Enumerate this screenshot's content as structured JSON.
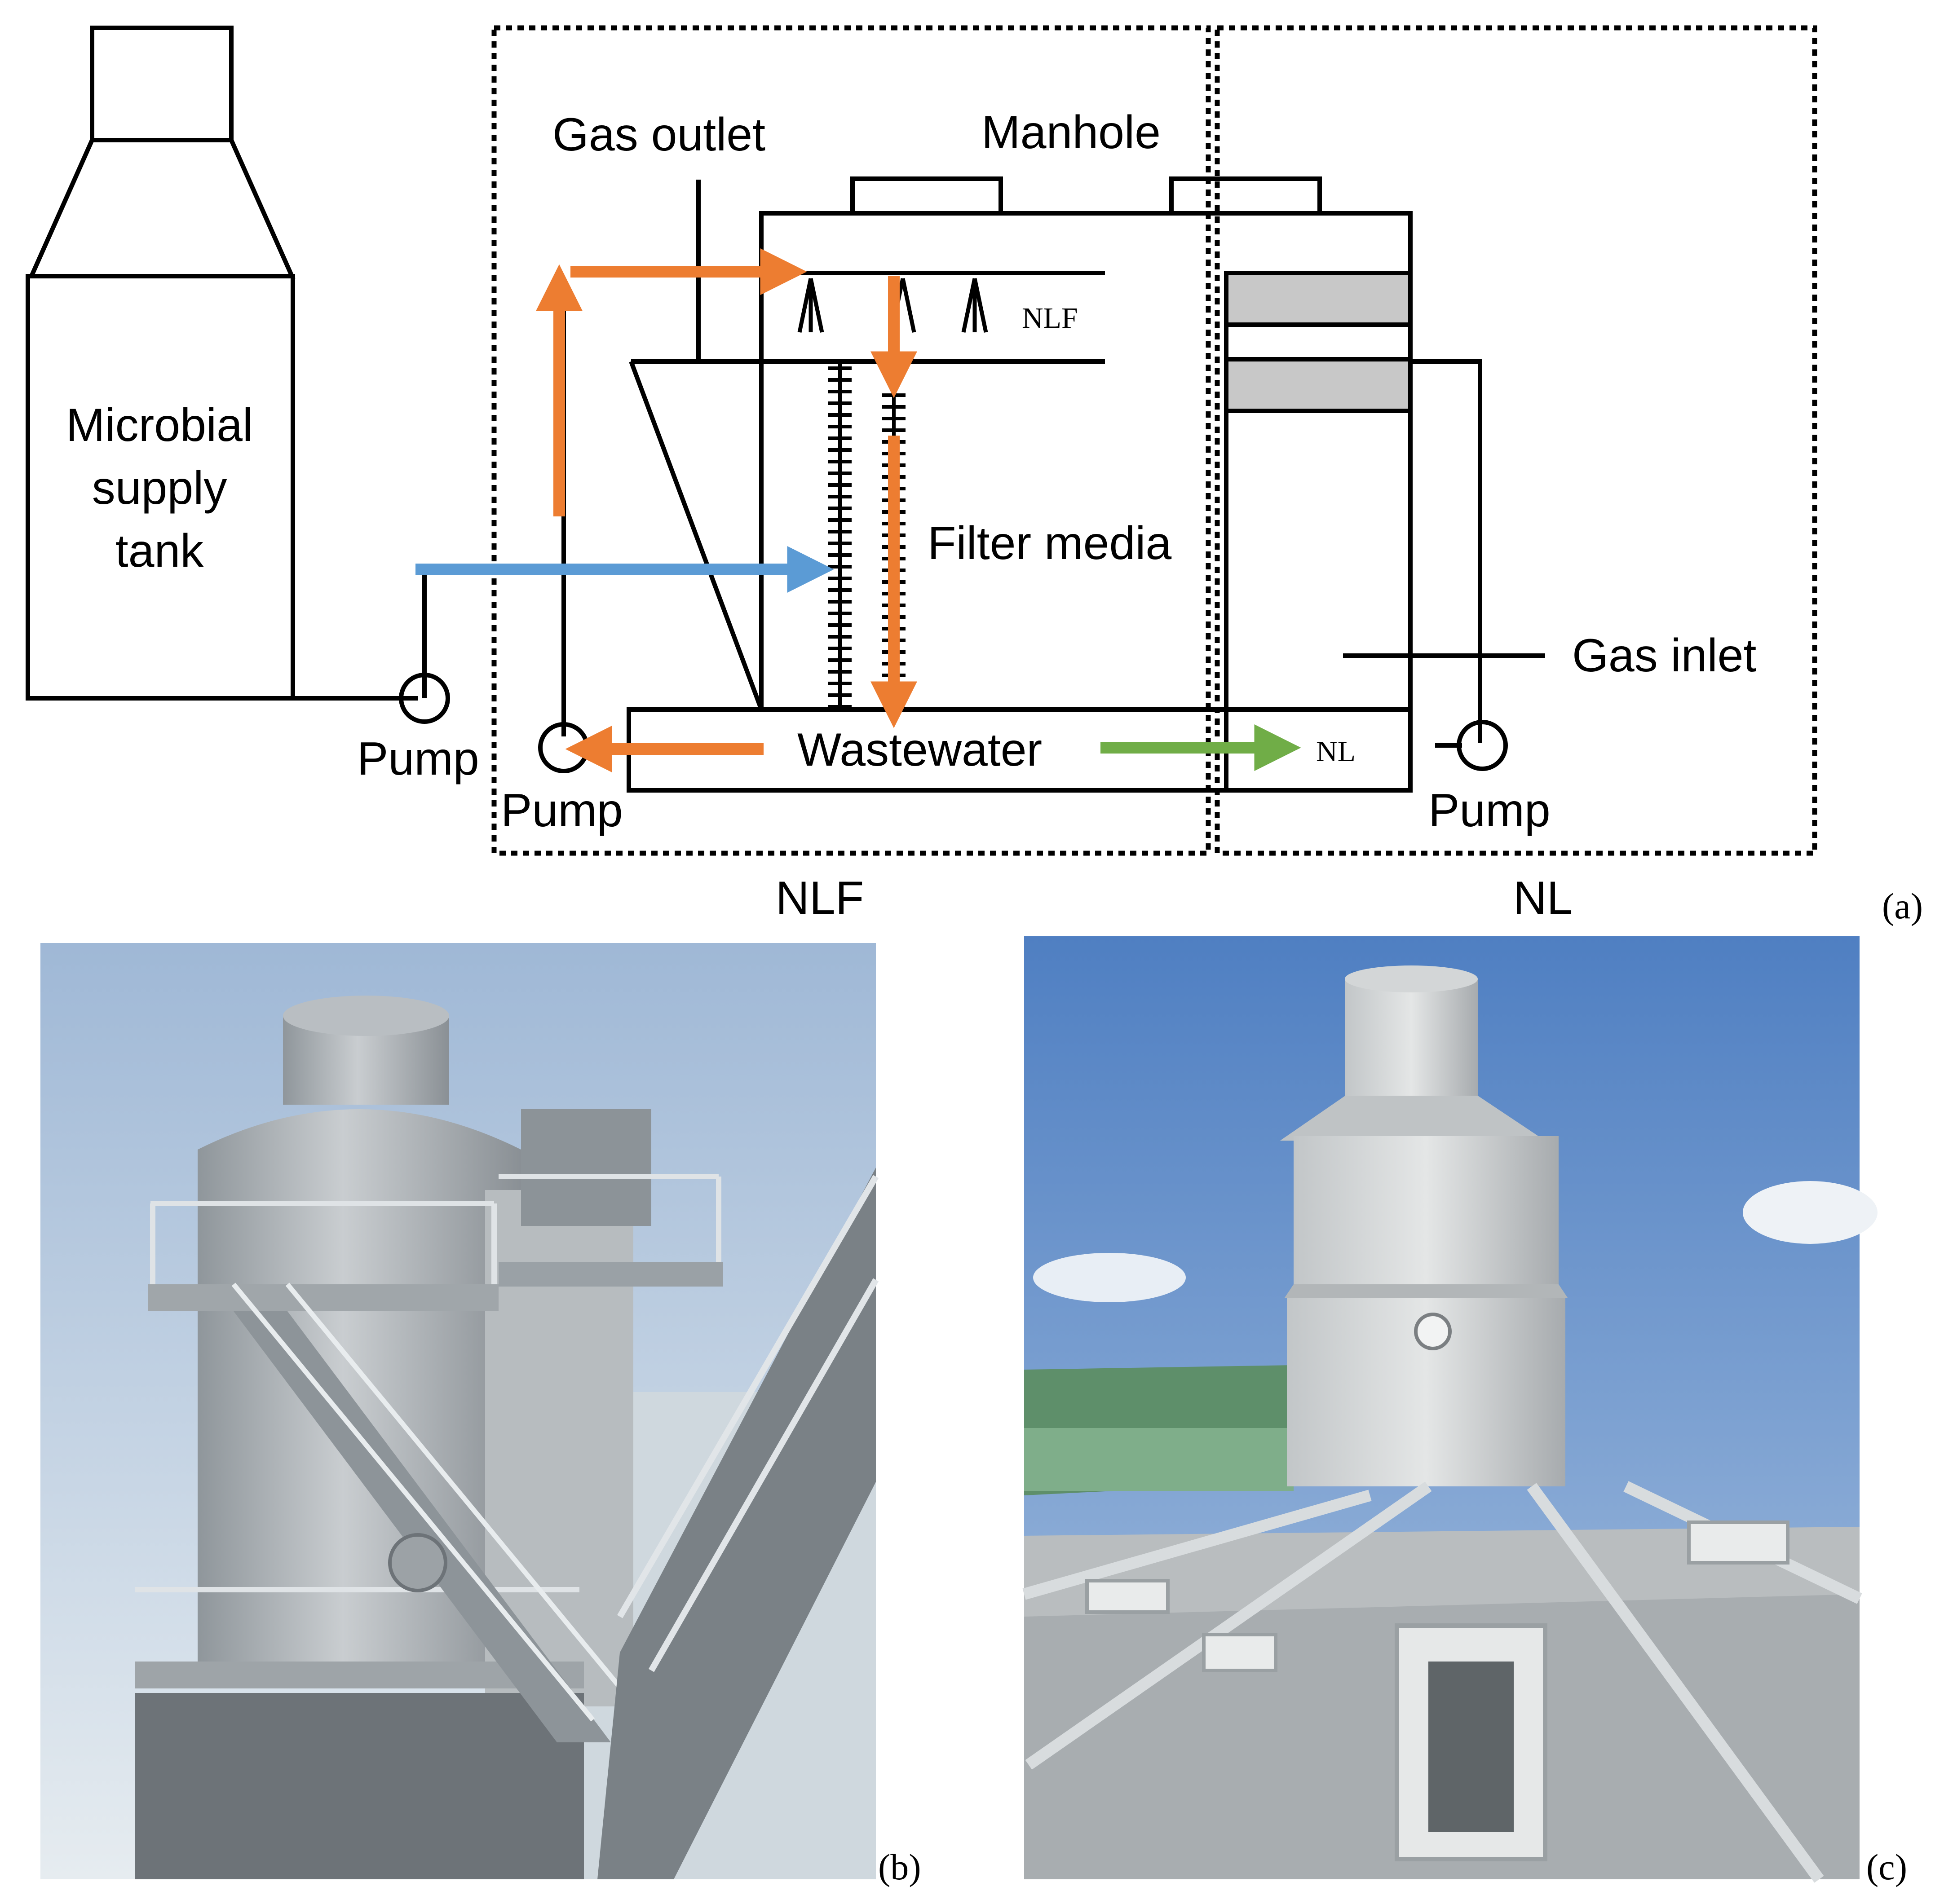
{
  "diagram": {
    "tank_label": [
      "Microbial",
      "supply",
      "tank"
    ],
    "gas_outlet": "Gas outlet",
    "manhole": "Manhole",
    "nlf_inner": "NLF",
    "filter_media": "Filter media",
    "gas_inlet": "Gas inlet",
    "wastewater": "Wastewater",
    "nl_inner": "NL",
    "pump_left": "Pump",
    "pump_middle": "Pump",
    "pump_right": "Pump",
    "section_nlf": "NLF",
    "section_nl": "NL",
    "panel_a": "(a)",
    "panel_b": "(b)",
    "panel_c": "(c)",
    "arrow_colors": {
      "recirculation": "#ED7D31",
      "microbial_feed": "#5B9BD5",
      "to_nl": "#70AD47"
    }
  }
}
